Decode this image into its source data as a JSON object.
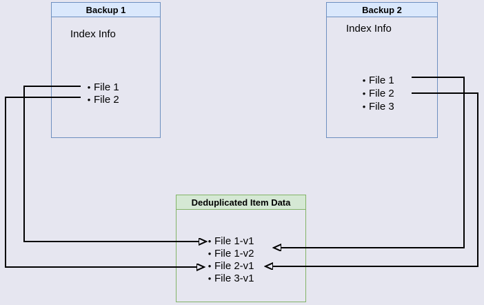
{
  "page": {
    "background": "#e6e6f0"
  },
  "colors": {
    "page_bg": "#e6e6f0",
    "blue_border": "#6c8ebf",
    "blue_fill": "#dae8fc",
    "green_border": "#82b366",
    "green_fill": "#d5e8d4",
    "line": "#000000"
  },
  "boxes": {
    "backup1": {
      "title": "Backup 1",
      "subtitle": "Index Info",
      "items": [
        "File 1",
        "File 2"
      ]
    },
    "backup2": {
      "title": "Backup 2",
      "subtitle": "Index Info",
      "items": [
        "File 1",
        "File 2",
        "File 3"
      ]
    },
    "dedup": {
      "title": "Deduplicated Item Data",
      "items": [
        "File 1-v1",
        "File 1-v2",
        "File 2-v1",
        "File 3-v1"
      ]
    }
  },
  "connections": [
    {
      "from": "Backup 1 / File 1",
      "to": "Deduplicated Item Data / File 1-v1",
      "side": "left"
    },
    {
      "from": "Backup 1 / File 2",
      "to": "Deduplicated Item Data / File 2-v1",
      "side": "left"
    },
    {
      "from": "Backup 2 / File 1",
      "to": "Deduplicated Item Data / File 1-v2",
      "side": "right"
    },
    {
      "from": "Backup 2 / File 2",
      "to": "Deduplicated Item Data / File 2-v1",
      "side": "right"
    }
  ]
}
